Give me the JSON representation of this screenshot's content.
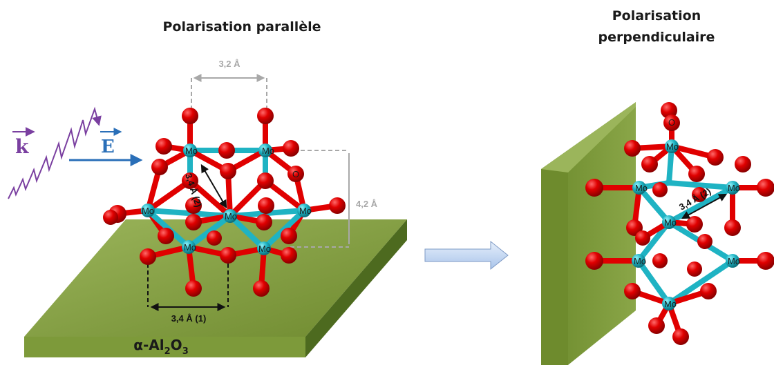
{
  "titles": {
    "parallel": "Polarisation parallèle",
    "perpendicular_line1": "Polarisation",
    "perpendicular_line2": "perpendiculaire"
  },
  "labels": {
    "wave_vector": "k",
    "field_vector": "E",
    "atom_mo": "Mo",
    "atom_o": "O",
    "dist_top": "3,2 Å",
    "dist_side": "4,2 Å",
    "dist_diag": "3,4 Å (2)",
    "dist_bottom": "3,4 Å (1)",
    "dist_diag_right": "3,4 Å (2)",
    "substrate_alpha": "α-Al",
    "substrate_sub1": "2",
    "substrate_o": "O",
    "substrate_sub2": "3"
  },
  "colors": {
    "mo_atom": "#1fb3c3",
    "o_atom": "#e00000",
    "slab_face": "#7d9a3a",
    "slab_side": "#4d6a1f",
    "wave": "#7a3fa0",
    "e_arrow": "#2a6fb8",
    "dimension": "#a8a8a8",
    "transition_arrow": "#cfe0f6"
  }
}
